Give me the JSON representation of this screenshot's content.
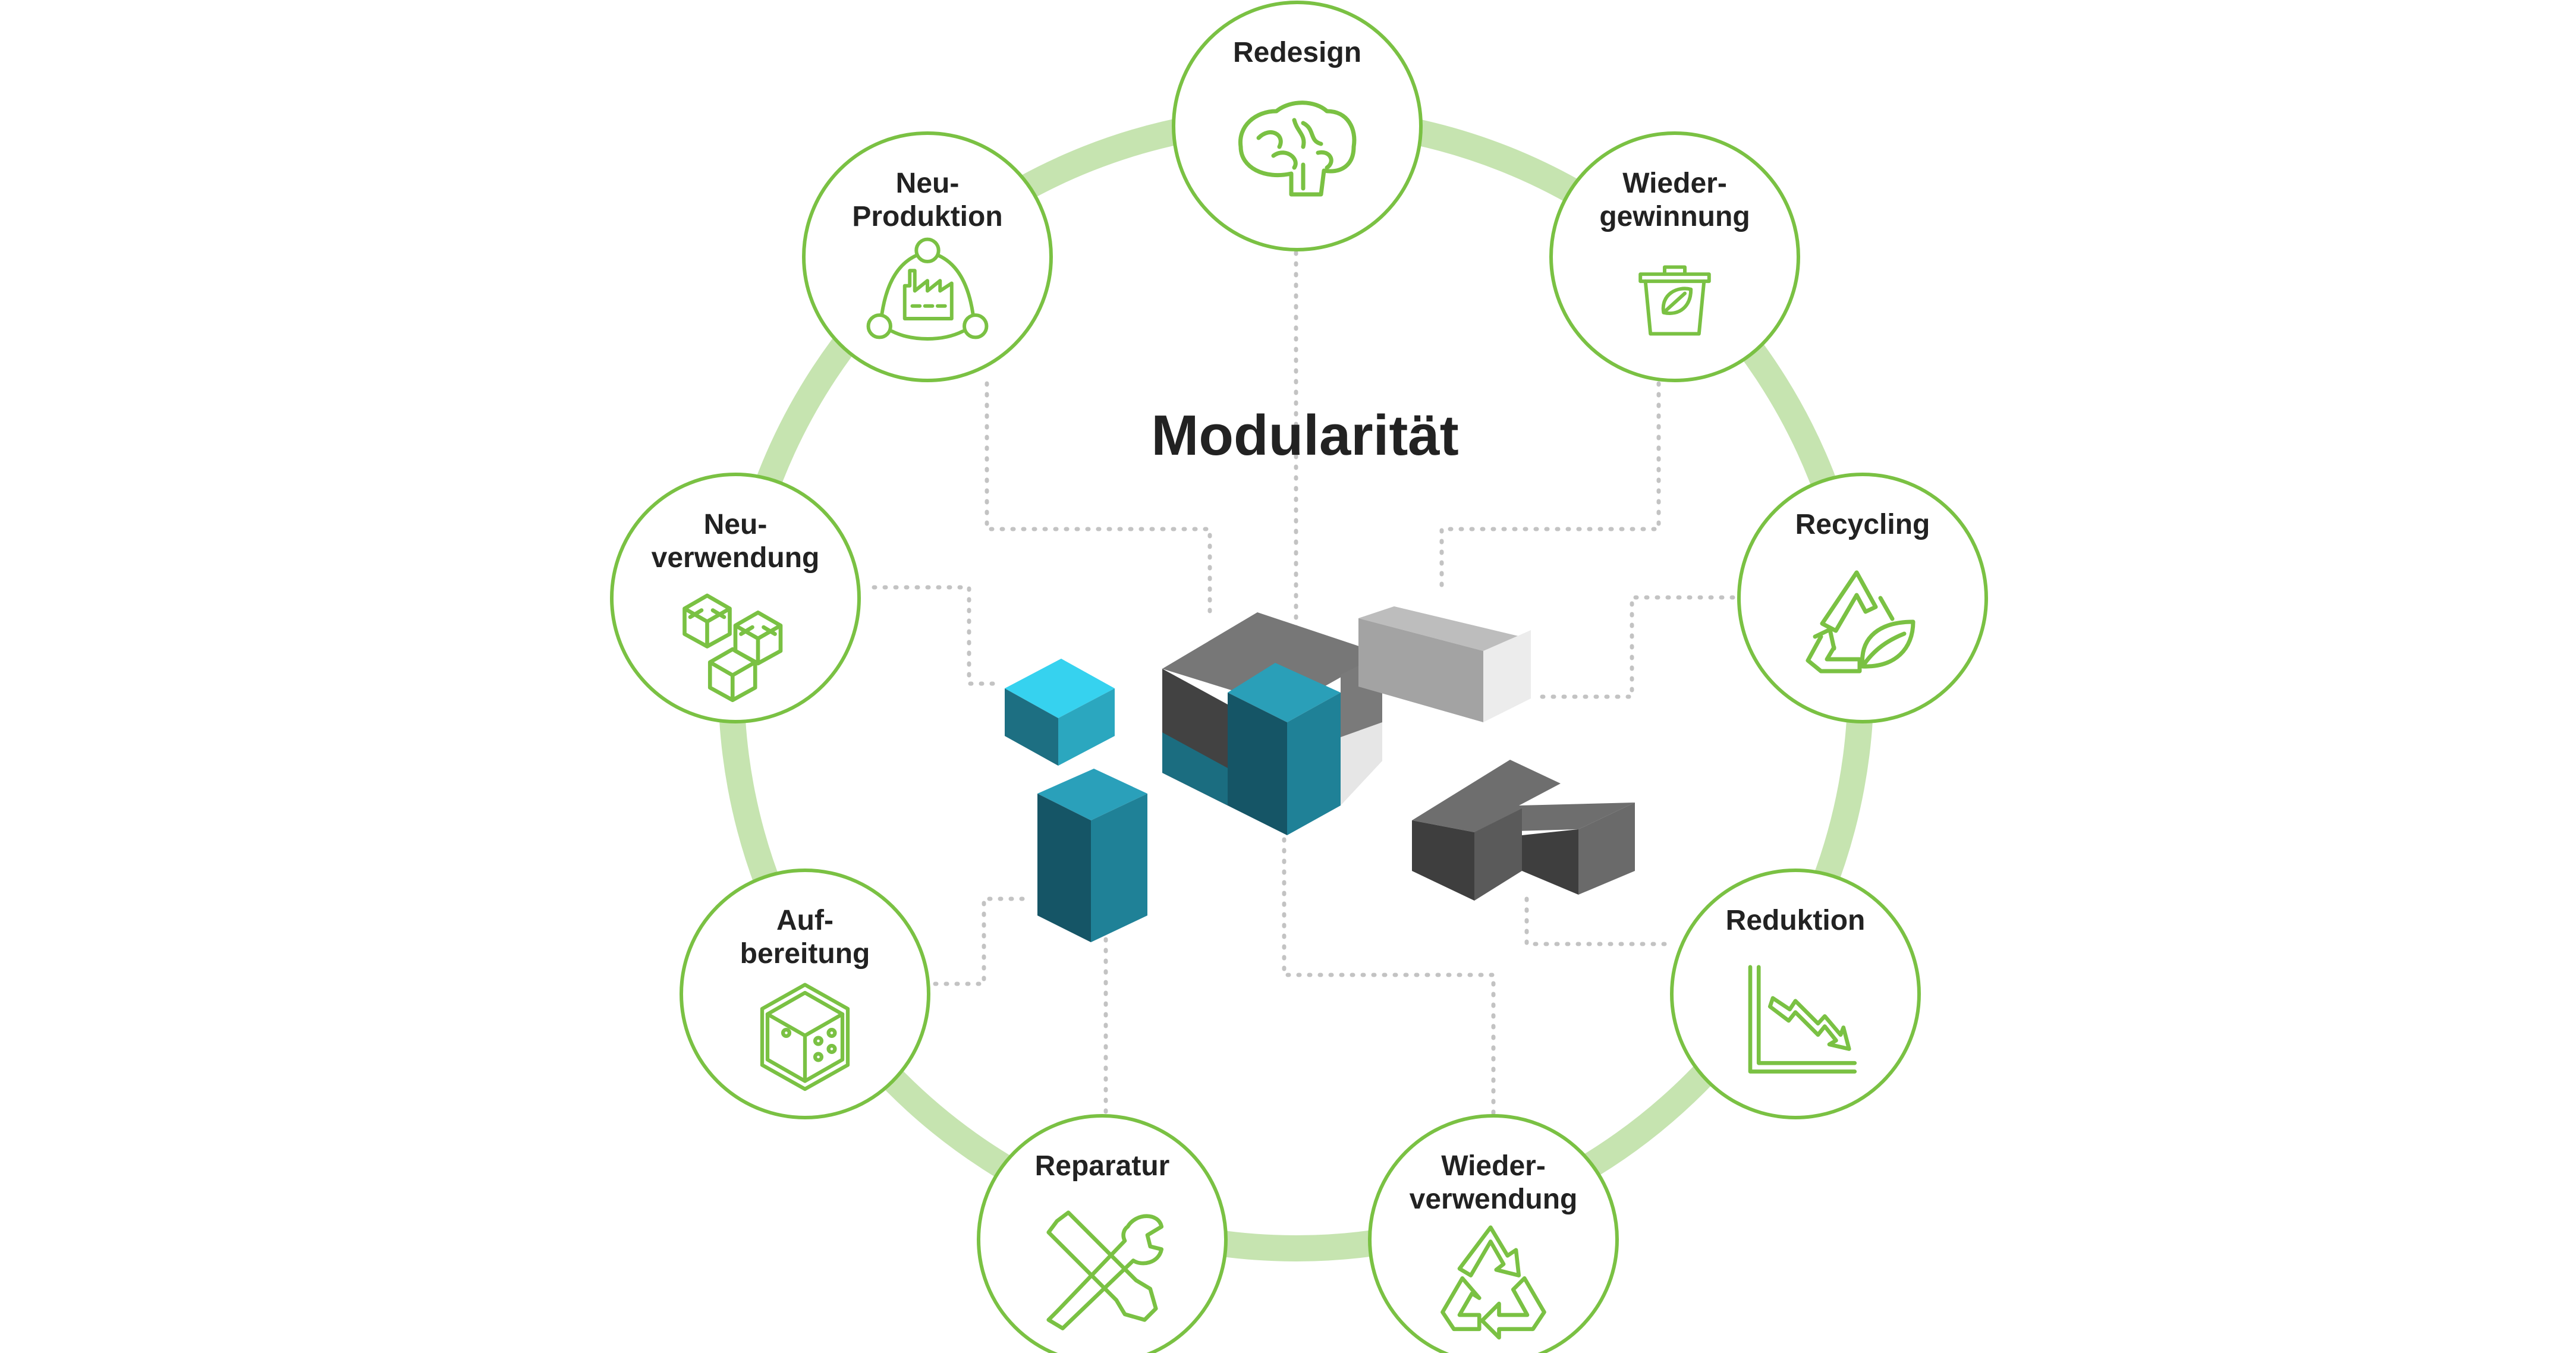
{
  "title": "Modularität",
  "colors": {
    "ring": "#c6e4b0",
    "node_stroke": "#7ac143",
    "icon": "#7ac143",
    "connector": "#c3c3c3",
    "text": "#222222"
  },
  "nodes": [
    {
      "id": "redesign",
      "lines": [
        "Redesign"
      ],
      "icon": "brain-icon"
    },
    {
      "id": "wiedergewinnung",
      "lines": [
        "Wieder-",
        "gewinnung"
      ],
      "icon": "bin-leaf-icon"
    },
    {
      "id": "recycling",
      "lines": [
        "Recycling"
      ],
      "icon": "recycle-leaf-icon"
    },
    {
      "id": "reduktion",
      "lines": [
        "Reduktion"
      ],
      "icon": "declining-chart-icon"
    },
    {
      "id": "wiederverwendung",
      "lines": [
        "Wieder-",
        "verwendung"
      ],
      "icon": "recycle-arrows-icon"
    },
    {
      "id": "reparatur",
      "lines": [
        "Reparatur"
      ],
      "icon": "tools-icon"
    },
    {
      "id": "aufbereitung",
      "lines": [
        "Auf-",
        "bereitung"
      ],
      "icon": "cube-dots-icon"
    },
    {
      "id": "neuverwendung",
      "lines": [
        "Neu-",
        "verwendung"
      ],
      "icon": "stacked-cubes-icon"
    },
    {
      "id": "neuproduktion",
      "lines": [
        "Neu-",
        "Produktion"
      ],
      "icon": "factory-cycle-icon"
    }
  ]
}
